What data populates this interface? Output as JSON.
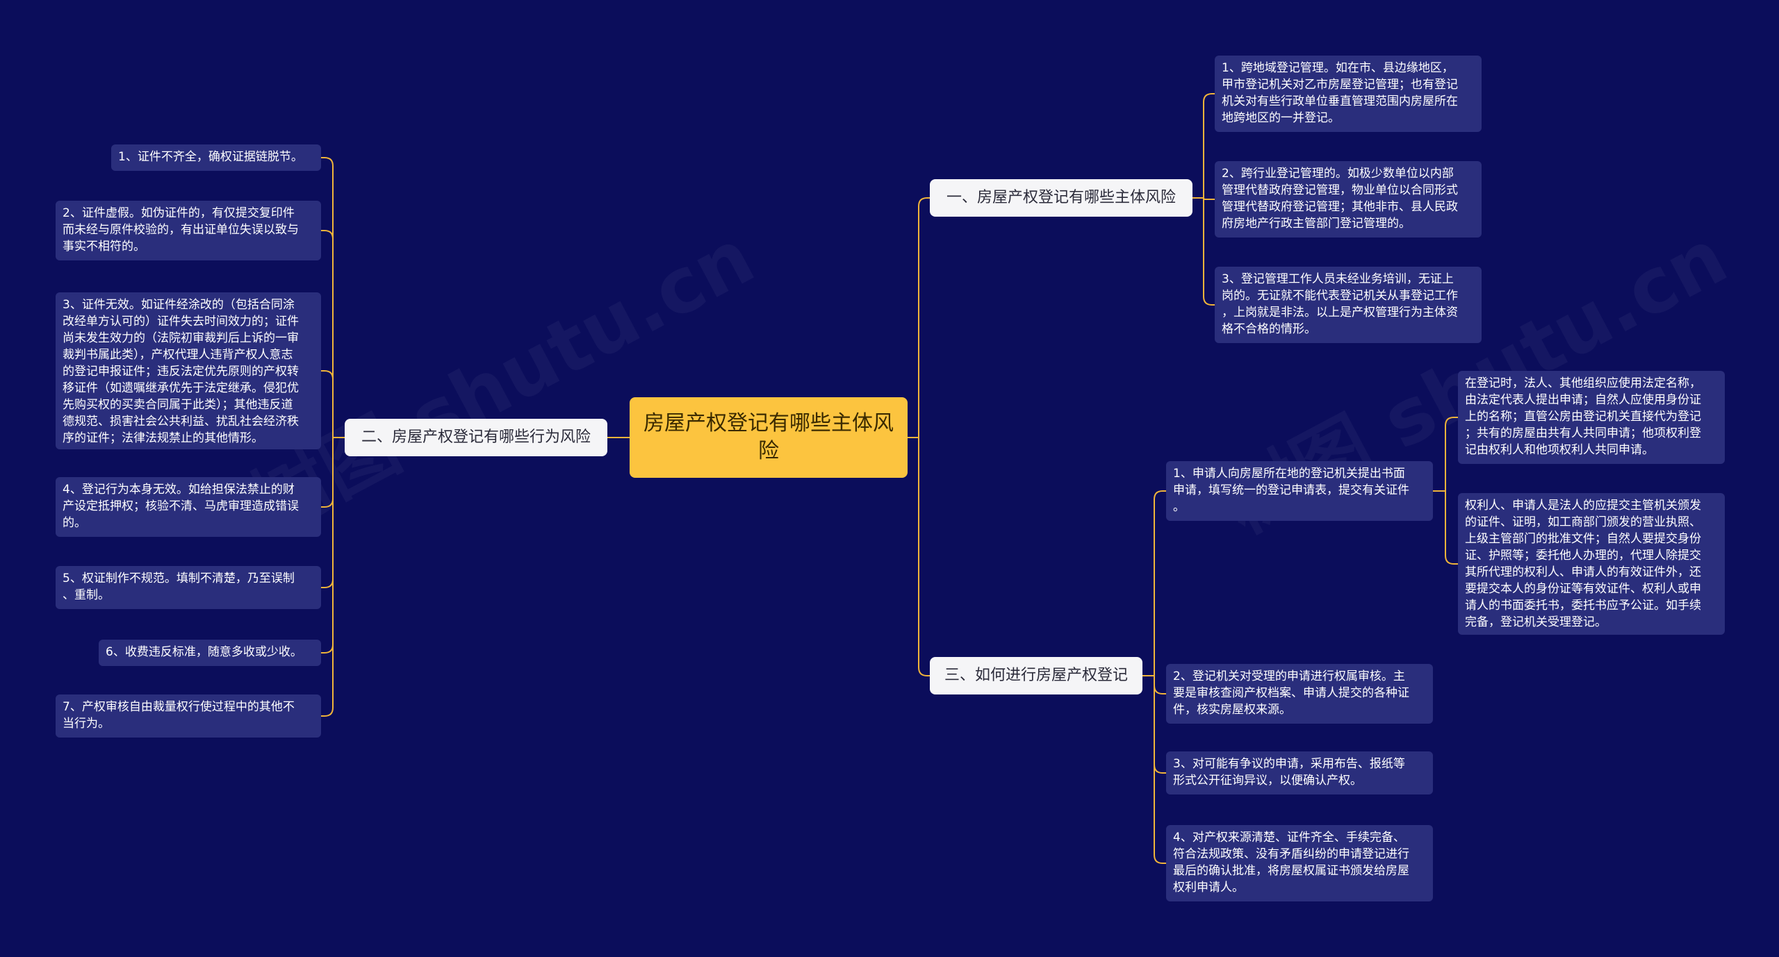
{
  "root": {
    "text": "房屋产权登记有哪些主体风险"
  },
  "branches": [
    {
      "text": "一、房屋产权登记有哪些主体风险"
    },
    {
      "text": "二、房屋产权登记有哪些行为风险"
    },
    {
      "text": "三、如何进行房屋产权登记"
    }
  ],
  "b1_items": [
    "1、跨地域登记管理。如在市、县边缘地区，\n甲市登记机关对乙市房屋登记管理；也有登记\n机关对有些行政单位垂直管理范围内房屋所在\n地跨地区的一并登记。",
    "2、跨行业登记管理的。如极少数单位以内部\n管理代替政府登记管理，物业单位以合同形式\n管理代替政府登记管理；其他非市、县人民政\n府房地产行政主管部门登记管理的。",
    "3、登记管理工作人员未经业务培训，无证上\n岗的。无证就不能代表登记机关从事登记工作\n，上岗就是非法。以上是产权管理行为主体资\n格不合格的情形。"
  ],
  "b2_items": [
    "1、证件不齐全，确权证据链脱节。",
    "2、证件虚假。如伪证件的，有仅提交复印件\n而未经与原件校验的，有出证单位失误以致与\n事实不相符的。",
    "3、证件无效。如证件经涂改的（包括合同涂\n改经单方认可的）证件失去时间效力的；证件\n尚未发生效力的（法院初审裁判后上诉的一审\n裁判书属此类），产权代理人违背产权人意志\n的登记申报证件；违反法定优先原则的产权转\n移证件（如遗嘱继承优先于法定继承。侵犯优\n先购买权的买卖合同属于此类）；其他违反道\n德规范、损害社会公共利益、扰乱社会经济秩\n序的证件；法律法规禁止的其他情形。",
    "4、登记行为本身无效。如给担保法禁止的财\n产设定抵押权；核验不清、马虎审理造成错误\n的。",
    "5、权证制作不规范。填制不清楚，乃至误制\n、重制。",
    "6、收费违反标准，随意多收或少收。",
    "7、产权审核自由裁量权行使过程中的其他不\n当行为。"
  ],
  "b3_items": [
    "1、申请人向房屋所在地的登记机关提出书面\n申请，填写统一的登记申请表，提交有关证件\n。",
    "2、登记机关对受理的申请进行权属审核。主\n要是审核查阅产权档案、申请人提交的各种证\n件，核实房屋权来源。",
    "3、对可能有争议的申请，采用布告、报纸等\n形式公开征询异议，以便确认产权。",
    "4、对产权来源清楚、证件齐全、手续完备、\n符合法规政策、没有矛盾纠纷的申请登记进行\n最后的确认批准，将房屋权属证书颁发给房屋\n权利申请人。"
  ],
  "b3_sub": [
    "在登记时，法人、其他组织应使用法定名称，\n由法定代表人提出申请；自然人应使用身份证\n上的名称；直管公房由登记机关直接代为登记\n；共有的房屋由共有人共同申请；他项权利登\n记由权利人和他项权利人共同申请。",
    "权利人、申请人是法人的应提交主管机关颁发\n的证件、证明，如工商部门颁发的营业执照、\n上级主管部门的批准文件；自然人要提交身份\n证、护照等；委托他人办理的，代理人除提交\n其所代理的权利人、申请人的有效证件外，还\n要提交本人的身份证等有效证件、权利人或申\n请人的书面委托书，委托书应予公证。如手续\n完备，登记机关受理登记。"
  ],
  "watermark": "树图 shutu.cn",
  "colors": {
    "background": "#0b0d5b",
    "root": "#fcc43f",
    "branch": "#f5f5f7",
    "leaf": "#2a2e7c",
    "line": "#f0b43a"
  }
}
